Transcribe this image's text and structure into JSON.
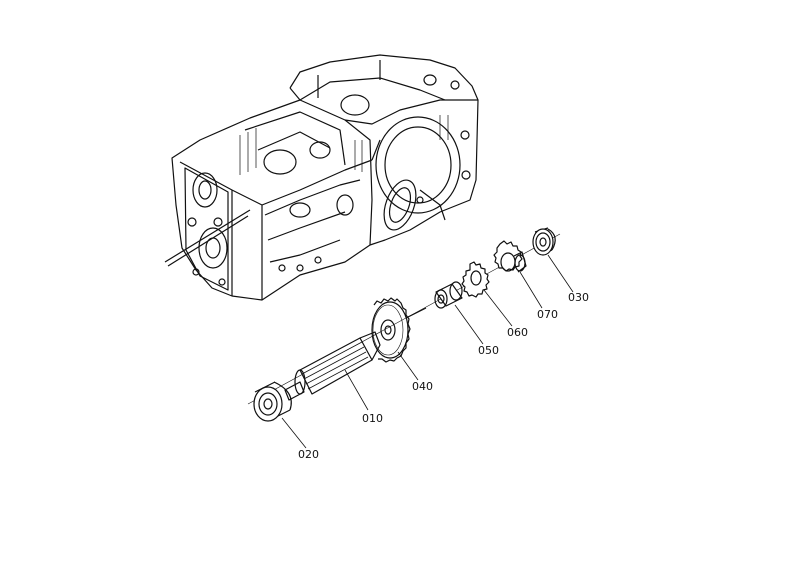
{
  "diagram": {
    "colors": {
      "ink": "#111111",
      "paper": "#ffffff",
      "shade": "#555555"
    },
    "parts": [
      {
        "id": "p010",
        "label": "010",
        "name": "splined-shaft"
      },
      {
        "id": "p020",
        "label": "020",
        "name": "bearing-left"
      },
      {
        "id": "p030",
        "label": "030",
        "name": "bearing-right"
      },
      {
        "id": "p040",
        "label": "040",
        "name": "large-gear"
      },
      {
        "id": "p050",
        "label": "050",
        "name": "collar"
      },
      {
        "id": "p060",
        "label": "060",
        "name": "small-gear"
      },
      {
        "id": "p070",
        "label": "070",
        "name": "sleeve-gear"
      }
    ]
  }
}
